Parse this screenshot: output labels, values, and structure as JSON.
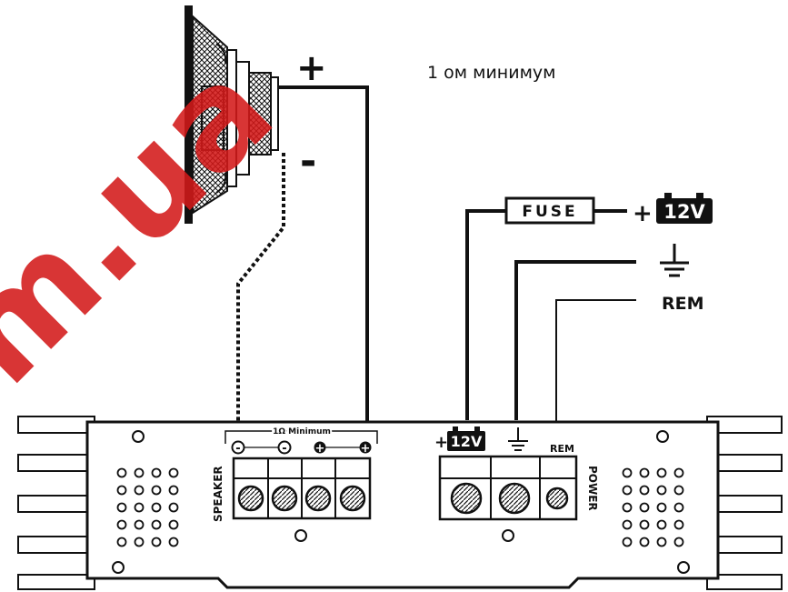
{
  "caption": "1 ом минимум",
  "speaker": {
    "plus_sign": "+",
    "minus_sign": "-"
  },
  "power_wiring": {
    "fuse_label": "FUSE",
    "battery_plus": "+",
    "battery_label": "12V",
    "rem_label": "REM"
  },
  "amplifier": {
    "speaker_section_label": "SPEAKER",
    "minimum_label": "1Ω Minimum",
    "terminal_signs": [
      "-",
      "-",
      "+",
      "+"
    ],
    "power_section_label": "POWER",
    "battery_plus": "+",
    "battery_label": "12V",
    "rem_label": "REM"
  },
  "watermark": "m.ua",
  "colors": {
    "line": "#111111",
    "watermark": "#d31a1a",
    "background": "#ffffff"
  }
}
